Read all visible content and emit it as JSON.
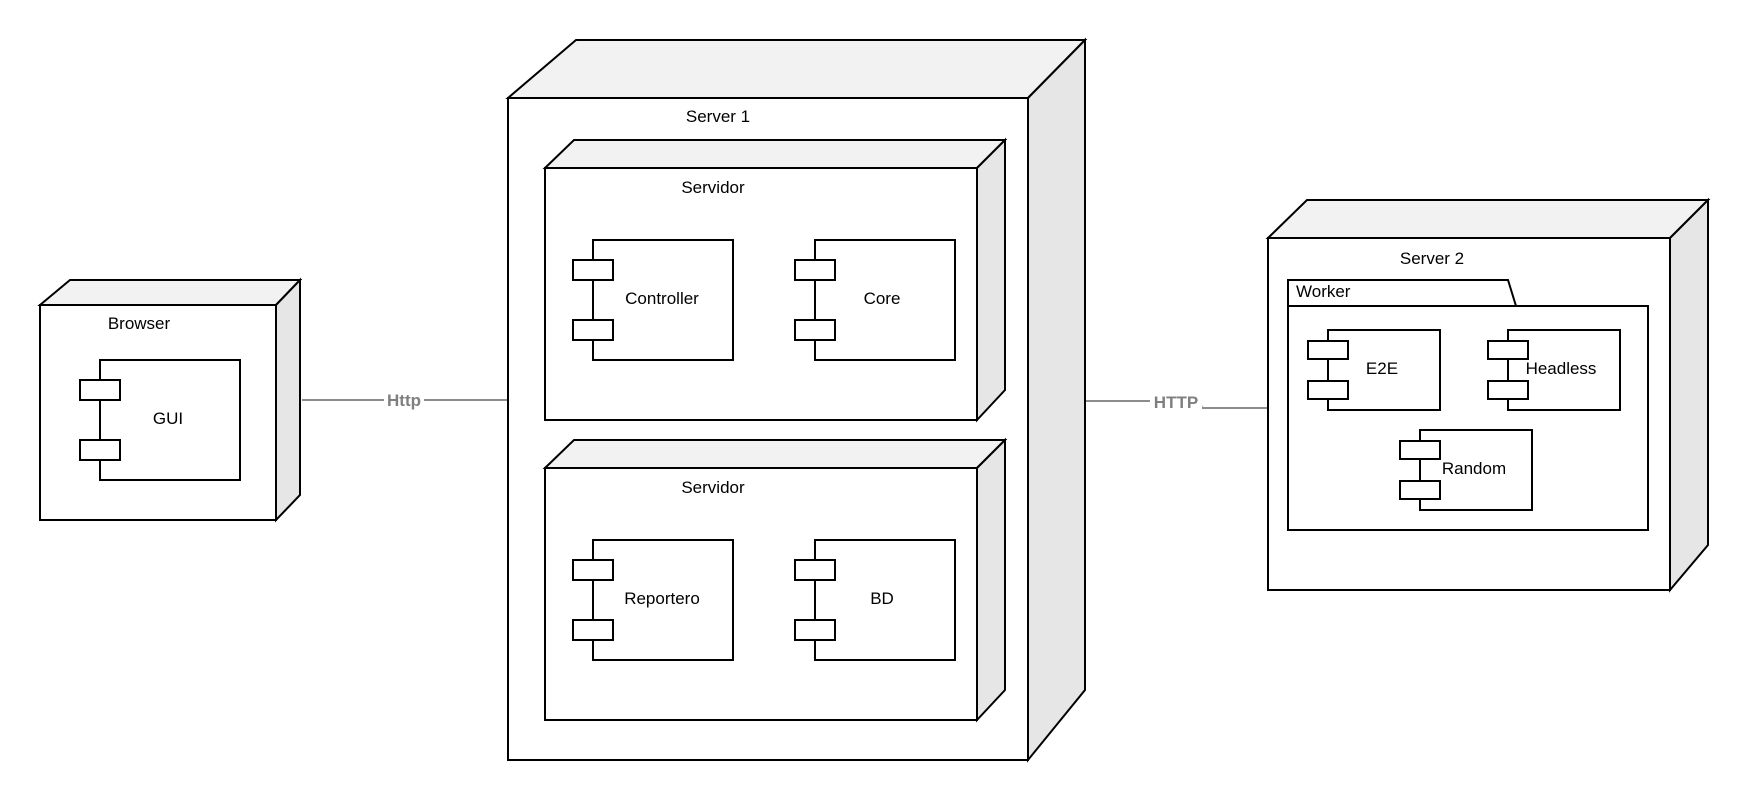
{
  "nodes": {
    "browser": {
      "label": "Browser",
      "components": {
        "gui": "GUI"
      }
    },
    "server1": {
      "label": "Server 1",
      "servidor_top": {
        "label": "Servidor",
        "components": {
          "controller": "Controller",
          "core": "Core"
        }
      },
      "servidor_bottom": {
        "label": "Servidor",
        "components": {
          "reportero": "Reportero",
          "bd": "BD"
        }
      }
    },
    "server2": {
      "label": "Server 2",
      "worker": {
        "label": "Worker",
        "components": {
          "e2e": "E2E",
          "headless": "Headless",
          "random": "Random"
        }
      }
    }
  },
  "connections": {
    "browser_server1": "Http",
    "server1_server2": "HTTP"
  },
  "colors": {
    "node_side": "#e6e6e6",
    "node_top": "#f2f2f2",
    "connector": "#8c8c8c",
    "connector_label": "#7f7f7f"
  }
}
